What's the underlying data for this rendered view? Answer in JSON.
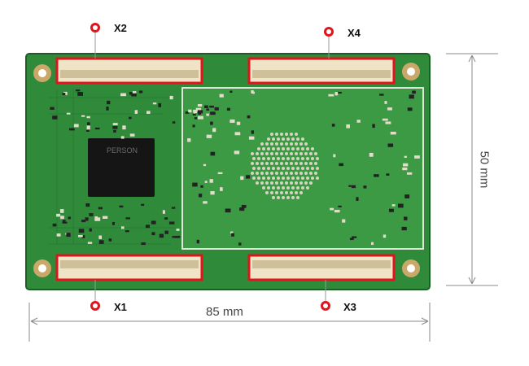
{
  "board": {
    "pcb_color": "#2f8a3a",
    "pcb_dark": "#1f6b2a",
    "shield_color": "#3c9a45",
    "connector_color": "#efe4c6",
    "highlight_color": "#e0141c"
  },
  "callouts": {
    "x1": "X1",
    "x2": "X2",
    "x3": "X3",
    "x4": "X4"
  },
  "dimensions": {
    "width_label": "85 mm",
    "height_label": "50 mm"
  },
  "chip": {
    "marking": "PERSON"
  }
}
